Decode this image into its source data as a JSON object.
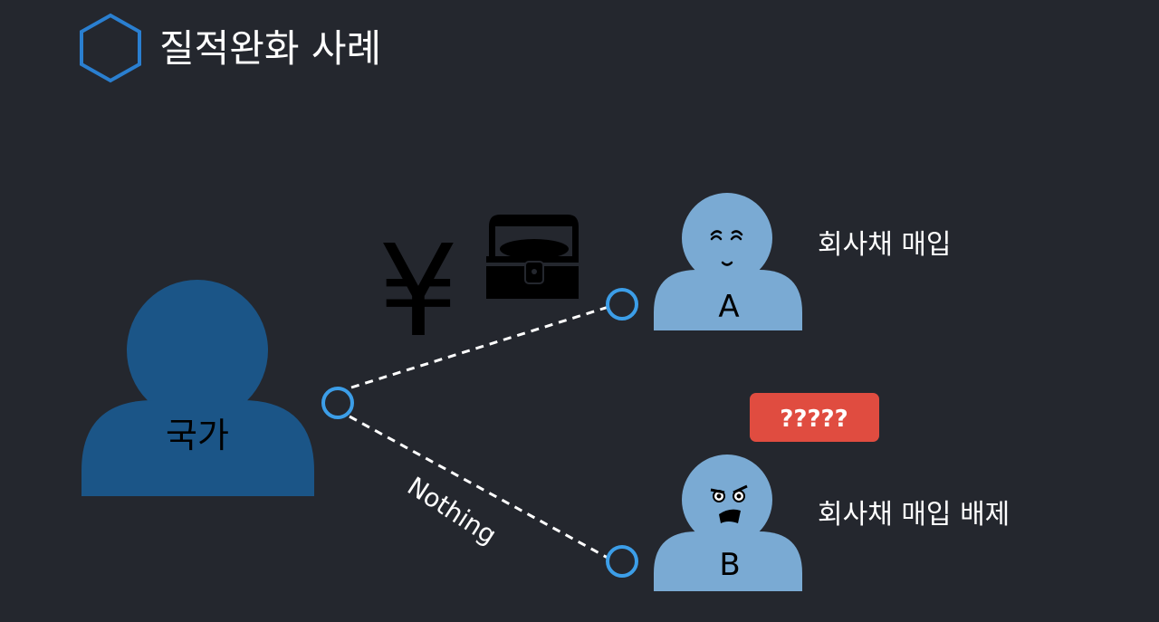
{
  "slide": {
    "title": "질적완화 사례",
    "state_label": "국가",
    "currency_symbol": "¥",
    "person_a": {
      "label": "A",
      "description": "회사채 매입"
    },
    "person_b": {
      "label": "B",
      "description": "회사채 매입 배제"
    },
    "edge_label": "Nothing",
    "badge": "?????"
  },
  "colors": {
    "background": "#24272e",
    "accent": "#2a7fd0",
    "node_ring": "#3c9ee8",
    "state_person": "#1b5587",
    "person": "#7aaad3",
    "badge": "#e04c40"
  }
}
